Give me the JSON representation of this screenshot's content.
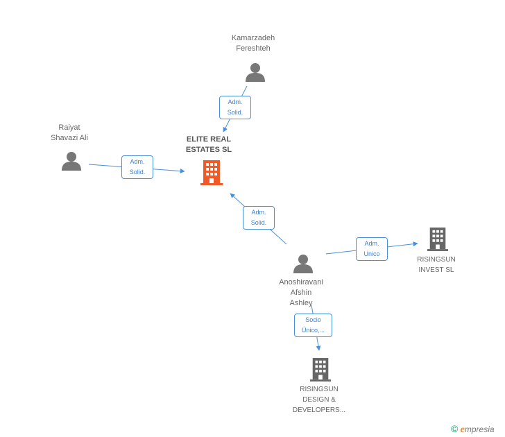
{
  "nodes": {
    "kamarzadeh": {
      "lines": [
        "Kamarzadeh",
        "Fereshteh"
      ]
    },
    "raiyat": {
      "lines": [
        "Raiyat",
        "Shavazi Ali"
      ]
    },
    "elite": {
      "lines": [
        "ELITE REAL",
        "ESTATES SL"
      ]
    },
    "anoshiravani": {
      "lines": [
        "Anoshiravani",
        "Afshin",
        "Ashley"
      ]
    },
    "risingsun_invest": {
      "lines": [
        "RISINGSUN",
        "INVEST SL"
      ]
    },
    "risingsun_design": {
      "lines": [
        "RISINGSUN",
        "DESIGN &",
        "DEVELOPERS..."
      ]
    }
  },
  "edges": {
    "kamarzadeh_elite": {
      "lines": [
        "Adm.",
        "Solid."
      ]
    },
    "raiyat_elite": {
      "lines": [
        "Adm.",
        "Solid."
      ]
    },
    "anoshiravani_elite": {
      "lines": [
        "Adm.",
        "Solid."
      ]
    },
    "anoshiravani_invest": {
      "lines": [
        "Adm.",
        "Unico"
      ]
    },
    "anoshiravani_design": {
      "lines": [
        "Socio",
        "Único,..."
      ]
    }
  },
  "colors": {
    "edge": "#4a90d9",
    "person": "#777777",
    "company": "#666666",
    "center_company": "#f05a28"
  },
  "branding": {
    "copyright": "©",
    "initial": "e",
    "rest": "mpresia"
  }
}
